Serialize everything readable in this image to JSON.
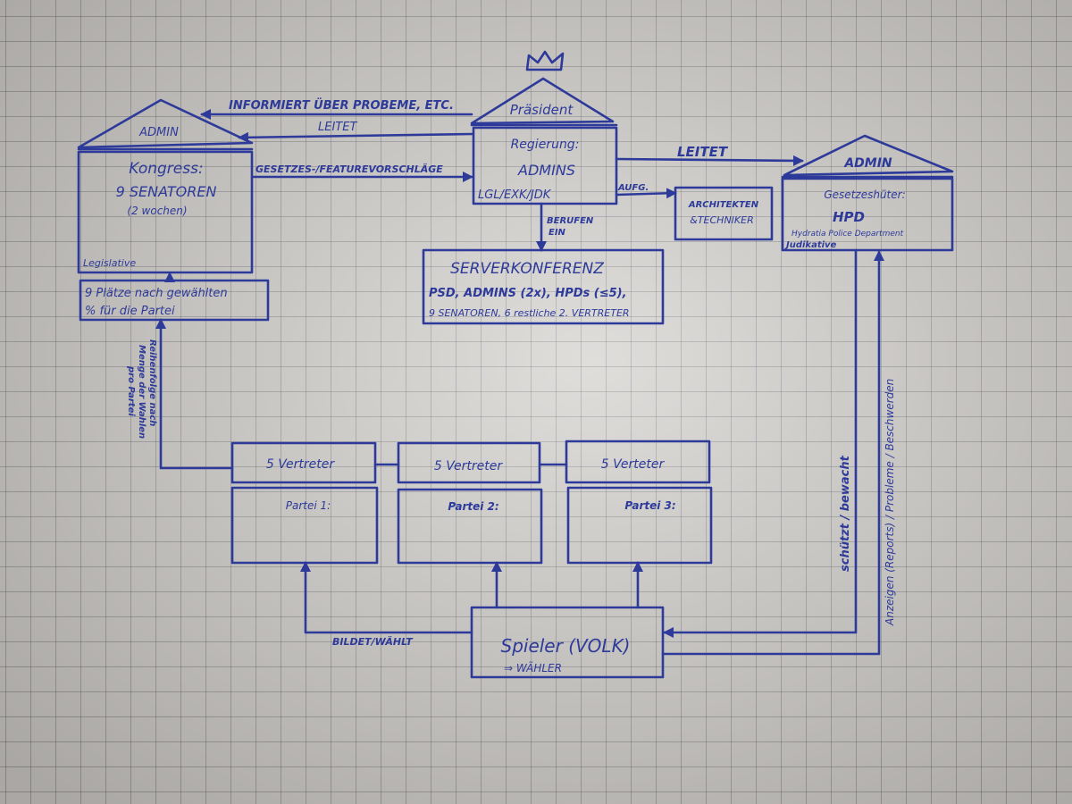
{
  "colors": {
    "ink": "#2d3a9a",
    "paper": "#cfccc8"
  },
  "crown": {
    "icon": "crown-icon"
  },
  "president": {
    "roof_label": "Präsident",
    "title": "Regierung:",
    "body": "ADMINS",
    "footer": "LGL/EXK/JDK"
  },
  "congress": {
    "roof_label": "ADMIN",
    "title": "Kongress:",
    "body": "9 SENATOREN",
    "note": "(2 wochen)",
    "footer": "Legislative",
    "seats_line1": "9 Plätze nach gewählten",
    "seats_line2": "% für die Partei"
  },
  "hpd": {
    "roof_label": "ADMIN",
    "title": "Gesetzeshüter:",
    "body": "HPD",
    "subtitle": "Hydratia Police Department",
    "footer": "Judikative"
  },
  "architects": {
    "line1": "ARCHITEKTEN",
    "line2": "&TECHNIKER"
  },
  "server_conference": {
    "title": "SERVERKONFERENZ",
    "line1": "PSD, ADMINS (2x), HPDs (≤5),",
    "line2": "9 SENATOREN, 6 restliche 2. VERTRETER"
  },
  "parties": [
    {
      "reps": "5 Vertreter",
      "name": "Partei 1:"
    },
    {
      "reps": "5 Vertreter",
      "name": "Partei 2:"
    },
    {
      "reps": "5 Verteter",
      "name": "Partei 3:"
    }
  ],
  "players": {
    "title": "Spieler (VOLK)",
    "subtitle": "⇒ WÄHLER"
  },
  "edges": {
    "informs": "INFORMIERT ÜBER PROBEME, ETC.",
    "leads_congress": "LEITET",
    "proposals": "GESETZES-/FEATUREVORSCHLÄGE",
    "leads_hpd": "LEITET",
    "assigns": "AUFG.",
    "convenes_1": "BERUFEN",
    "convenes_2": "EIN",
    "order_1": "Reihenfolge nach",
    "order_2": "Menge der Wahlen",
    "order_3": "pro Partei",
    "forms_elects": "BILDET/WÄHLT",
    "protects": "schützt / bewacht",
    "reports": "Anzeigen (Reports) / Probleme / Beschwerden"
  }
}
